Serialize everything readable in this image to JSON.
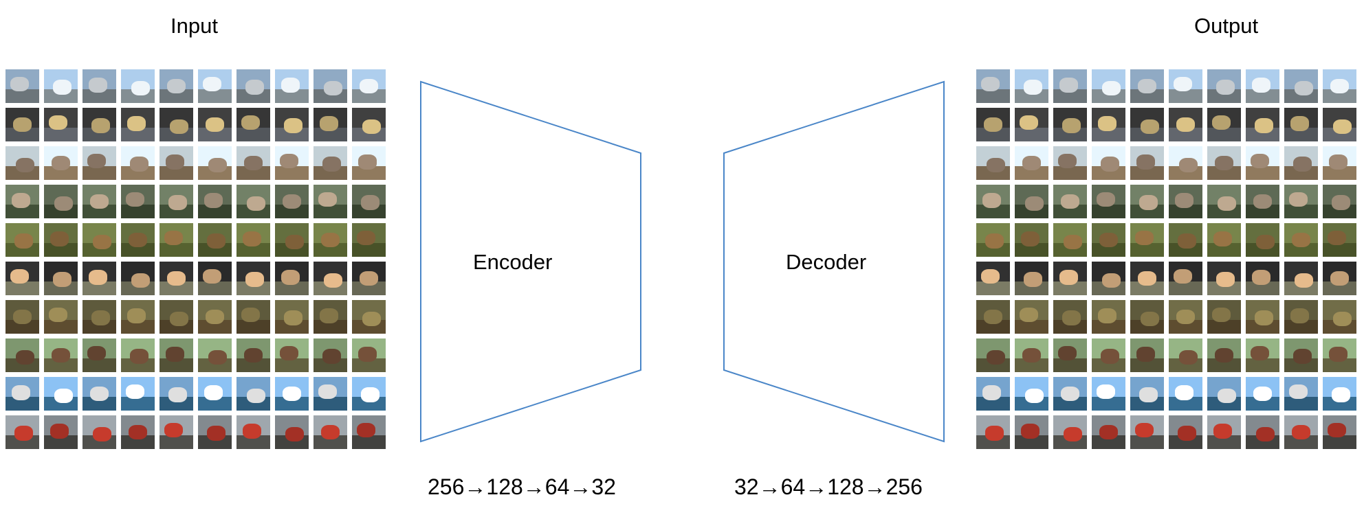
{
  "diagram": {
    "input_title": "Input",
    "output_title": "Output",
    "encoder_label": "Encoder",
    "decoder_label": "Decoder",
    "encoder_dims": "256→128→64→32",
    "decoder_dims": "32→64→128→256",
    "stroke_color": "#4A86C8"
  },
  "image_grid": {
    "rows": 10,
    "columns": 10,
    "row_palettes": [
      {
        "sky": "#a9c8e6",
        "ground": "#7f8a8f",
        "blob": "#e8eef2"
      },
      {
        "sky": "#3b3b3b",
        "ground": "#5a5e64",
        "blob": "#c9b27a"
      },
      {
        "sky": "#c9d6dd",
        "ground": "#7d6a52",
        "blob": "#8a7766"
      },
      {
        "sky": "#6f7d64",
        "ground": "#3f4e36",
        "blob": "#b8a48c"
      },
      {
        "sky": "#6e7a45",
        "ground": "#4f5a2c",
        "blob": "#8b6a3f"
      },
      {
        "sky": "#2b2b2b",
        "ground": "#6b6b58",
        "blob": "#c8a37a"
      },
      {
        "sky": "#6e6a46",
        "ground": "#5b4b2f",
        "blob": "#9a8a55"
      },
      {
        "sky": "#8aa67a",
        "ground": "#5b5a3c",
        "blob": "#6b4a35"
      },
      {
        "sky": "#7aa9d4",
        "ground": "#2f5f7f",
        "blob": "#e6e6e6"
      },
      {
        "sky": "#9aa2a8",
        "ground": "#4e4e4a",
        "blob": "#c0392b"
      }
    ]
  }
}
